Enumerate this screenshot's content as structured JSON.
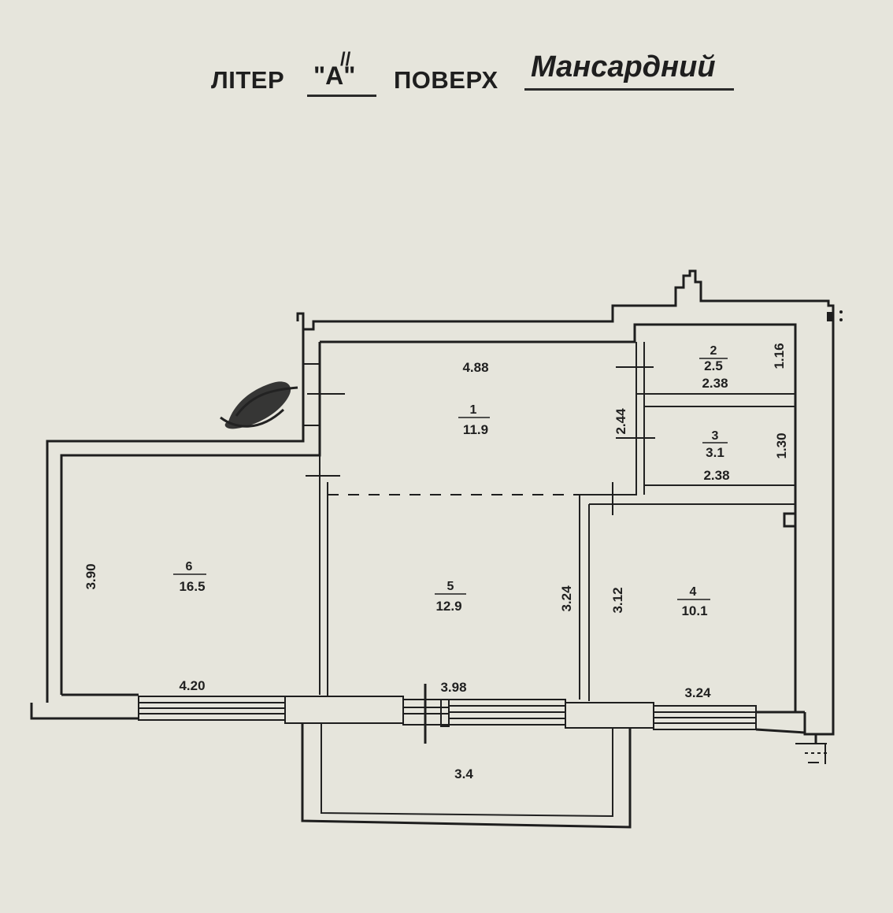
{
  "header": {
    "liter_label": "ЛІТЕР",
    "liter_value": "\"А\"",
    "liter_mark": "//",
    "floor_label": "ПОВЕРХ",
    "floor_value": "Мансардний"
  },
  "rooms": [
    {
      "number": "1",
      "area": "11.9"
    },
    {
      "number": "2",
      "area": "2.5"
    },
    {
      "number": "3",
      "area": "3.1"
    },
    {
      "number": "4",
      "area": "10.1"
    },
    {
      "number": "5",
      "area": "12.9"
    },
    {
      "number": "6",
      "area": "16.5"
    }
  ],
  "dimensions": {
    "room1_width": "4.88",
    "room1_depth": "2.44",
    "room2_width": "2.38",
    "room2_depth": "1.16",
    "room3_width": "2.38",
    "room3_depth": "1.30",
    "room4_width": "3.24",
    "room4_depth": "3.12",
    "room5_width": "3.98",
    "room5_depth": "3.24",
    "room6_width": "4.20",
    "room6_depth": "3.90",
    "balcony_area": "3.4"
  },
  "colors": {
    "paper": "#e6e5dc",
    "ink": "#1e1e1e"
  }
}
